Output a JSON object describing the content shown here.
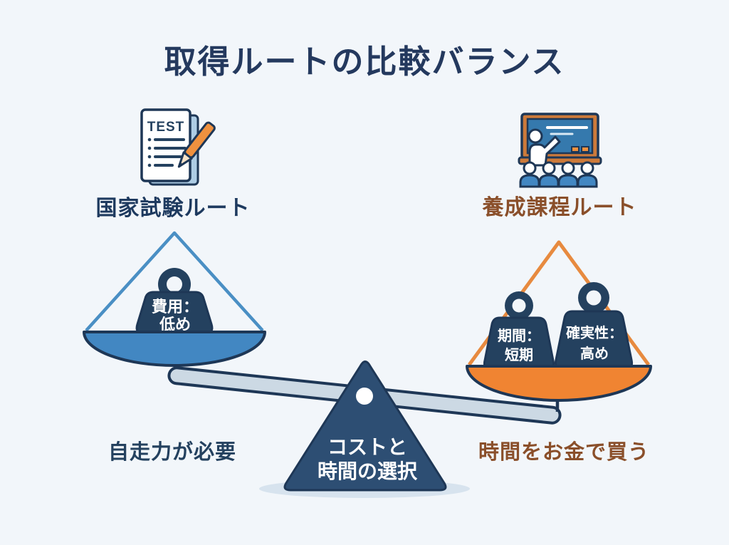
{
  "title": "取得ルートの比較バランス",
  "colors": {
    "background": "#f2f6fa",
    "outline_navy": "#1e3756",
    "navy_fill": "#24415f",
    "fulcrum_fill": "#2d4e73",
    "blue_pan": "#4287c2",
    "blue_string": "#4a8fc4",
    "orange_pan": "#f08432",
    "orange_string": "#e78a3f",
    "brown_text": "#8a4f2a",
    "beam_fill": "#ccd9e4",
    "shadow": "#d7e3ee",
    "board_blue": "#3579ad",
    "frame_orange": "#cd7a3a",
    "pencil_orange": "#ef913f",
    "white": "#ffffff"
  },
  "left_route": {
    "icon": "test-document-icon",
    "icon_text": "TEST",
    "label": "国家試験ルート",
    "weight": {
      "line1": "費用：",
      "line2": "低め"
    },
    "note": "自走力が必要"
  },
  "right_route": {
    "icon": "classroom-icon",
    "label": "養成課程ルート",
    "weights": [
      {
        "line1": "期間：",
        "line2": "短期"
      },
      {
        "line1": "確実性：",
        "line2": "高め"
      }
    ],
    "note": "時間をお金で買う"
  },
  "fulcrum": {
    "line1": "コストと",
    "line2": "時間の選択"
  }
}
